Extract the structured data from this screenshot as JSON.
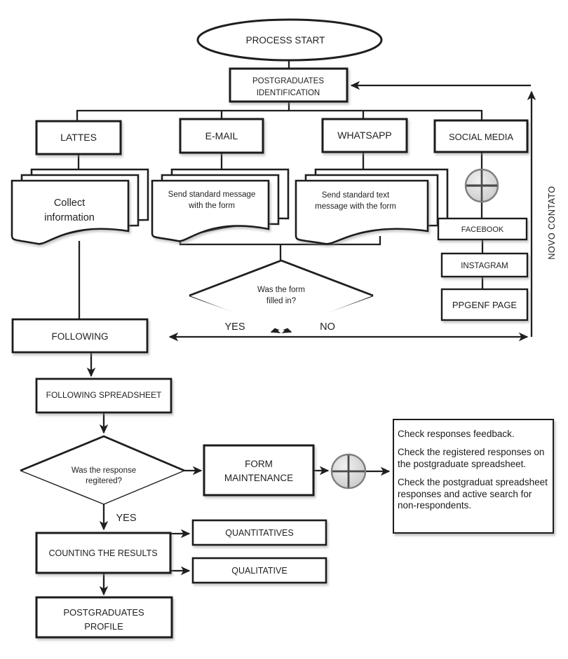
{
  "flowchart": {
    "start": {
      "label": "PROCESS START"
    },
    "postgrad_id": {
      "line1": "POSTGRADUATES",
      "line2": "IDENTIFICATION"
    },
    "channels": {
      "lattes": "LATTES",
      "email": "E-MAIL",
      "whatsapp": "WHATSAPP",
      "social_media": "SOCIAL MEDIA"
    },
    "docs": {
      "collect": {
        "line1": "Collect",
        "line2": "information"
      },
      "email_msg": {
        "line1": "Send standard message",
        "line2": "with the form"
      },
      "whatsapp_msg": {
        "line1": "Send standard text",
        "line2": "message with the form"
      }
    },
    "decision_form": {
      "line1": "Was the form",
      "line2": "filled in?",
      "yes": "YES",
      "no": "NO"
    },
    "social_pages": {
      "facebook": "FACEBOOK",
      "instagram": "INSTAGRAM",
      "ppgenf": "PPGENF PAGE"
    },
    "feedback_label": "NOVO CONTATO",
    "following": {
      "label": "FOLLOWING"
    },
    "following_spreadsheet": {
      "label": "FOLLOWING SPREADSHEET"
    },
    "decision_response": {
      "line1": "Was the response",
      "line2": "regitered?",
      "yes": "YES"
    },
    "form_maintenance": {
      "line1": "FORM",
      "line2": "MAINTENANCE"
    },
    "notes": {
      "p1": "Check responses feedback.",
      "p2": "Check the registered responses on the postgraduate spreadsheet.",
      "p3": "Check the postgraduat spreadsheet responses and active search for non-respondents."
    },
    "counting": {
      "label": "COUNTING THE RESULTS"
    },
    "outputs": {
      "quantitatives": "QUANTITATIVES",
      "qualitative": "QUALITATIVE"
    },
    "profile": {
      "line1": "POSTGRADUATES",
      "line2": "PROFILE"
    },
    "colors": {
      "stroke": "#1f1f1f",
      "feedback_text": "#17365d",
      "connector_fill": "#d9d9d9",
      "connector_stroke": "#7f7f7f"
    }
  }
}
